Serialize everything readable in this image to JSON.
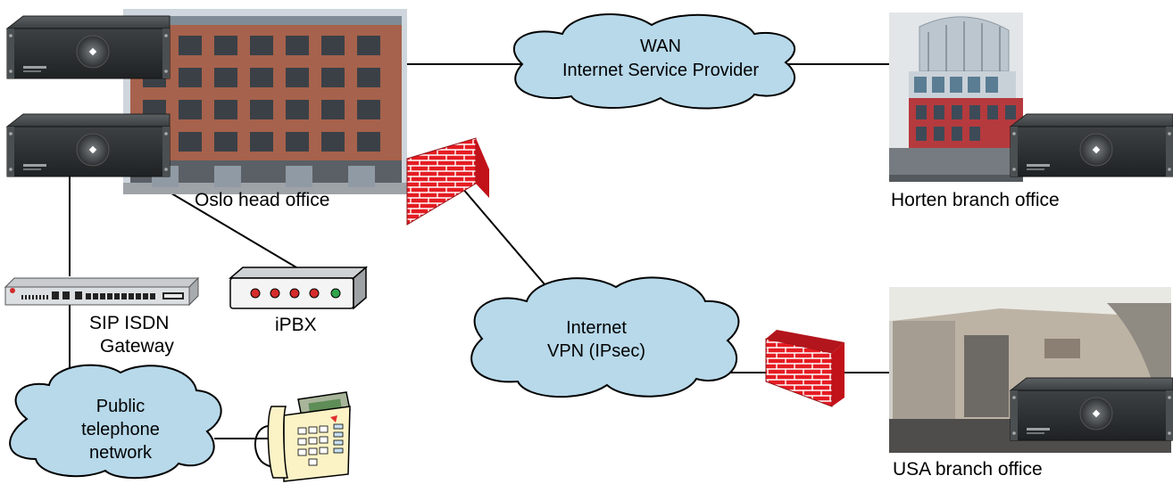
{
  "clouds": {
    "wan": {
      "line1": "WAN",
      "line2": "Internet Service Provider"
    },
    "vpn": {
      "line1": "Internet",
      "line2": "VPN (IPsec)"
    },
    "pstn": {
      "line1": "Public",
      "line2": "telephone",
      "line3": "network"
    }
  },
  "labels": {
    "oslo": "Oslo head office",
    "horten": "Horten branch office",
    "usa": "USA branch office",
    "gateway_line1": "SIP ISDN",
    "gateway_line2": "Gateway",
    "ipbx": "iPBX"
  },
  "icons": [
    "server-unit-icon",
    "firewall-icon",
    "gateway-icon",
    "ipbx-icon",
    "desk-phone-icon",
    "building-photo"
  ],
  "colors": {
    "cloud_fill": "#b7d9ea",
    "firewall_brick": "#e51c23",
    "server_body": "#2e3133"
  }
}
